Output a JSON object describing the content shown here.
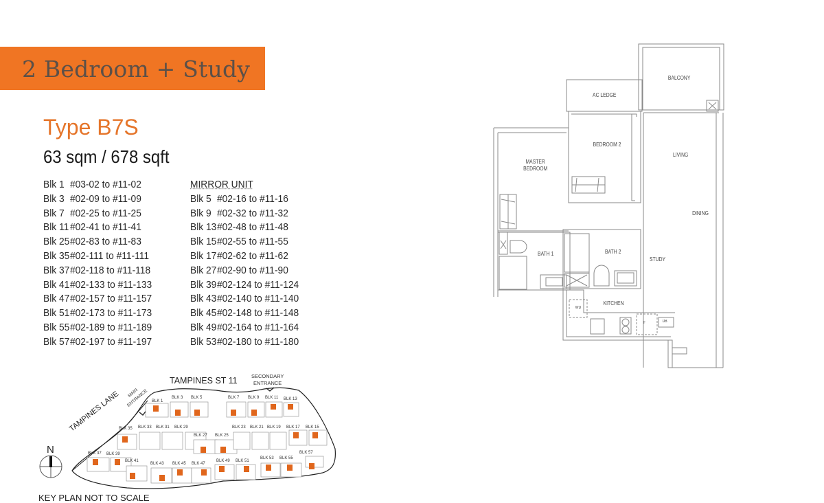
{
  "header": {
    "banner_title": "2 Bedroom + Study",
    "banner_color": "#f07523",
    "unit_type": "Type B7S",
    "unit_type_color": "#e5752a",
    "unit_size": "63 sqm / 678 sqft"
  },
  "units": {
    "standard": [
      {
        "blk": "Blk 1",
        "range": "#03-02 to #11-02"
      },
      {
        "blk": "Blk 3",
        "range": "#02-09 to #11-09"
      },
      {
        "blk": "Blk 7",
        "range": "#02-25 to #11-25"
      },
      {
        "blk": "Blk 11",
        "range": "#02-41 to #11-41"
      },
      {
        "blk": "Blk 25",
        "range": "#02-83 to #11-83"
      },
      {
        "blk": "Blk 35",
        "range": "#02-111 to #11-111"
      },
      {
        "blk": "Blk 37",
        "range": "#02-118 to #11-118"
      },
      {
        "blk": "Blk 41",
        "range": "#02-133 to #11-133"
      },
      {
        "blk": "Blk 47",
        "range": "#02-157 to #11-157"
      },
      {
        "blk": "Blk 51",
        "range": "#02-173 to #11-173"
      },
      {
        "blk": "Blk 55",
        "range": "#02-189 to #11-189"
      },
      {
        "blk": "Blk 57",
        "range": "#02-197 to #11-197"
      }
    ],
    "mirror_heading": "MIRROR UNIT",
    "mirror": [
      {
        "blk": "Blk 5",
        "range": "#02-16 to #11-16"
      },
      {
        "blk": "Blk 9",
        "range": "#02-32 to #11-32"
      },
      {
        "blk": "Blk 13",
        "range": "#02-48 to #11-48"
      },
      {
        "blk": "Blk 15",
        "range": "#02-55 to #11-55"
      },
      {
        "blk": "Blk 17",
        "range": "#02-62 to #11-62"
      },
      {
        "blk": "Blk 27",
        "range": "#02-90 to #11-90"
      },
      {
        "blk": "Blk 39",
        "range": "#02-124 to #11-124"
      },
      {
        "blk": "Blk 43",
        "range": "#02-140 to #11-140"
      },
      {
        "blk": "Blk 45",
        "range": "#02-148 to #11-148"
      },
      {
        "blk": "Blk 49",
        "range": "#02-164 to #11-164"
      },
      {
        "blk": "Blk 53",
        "range": "#02-180 to #11-180"
      }
    ]
  },
  "floor_plan": {
    "rooms": {
      "balcony": "BALCONY",
      "ac_ledge": "AC LEDGE",
      "bedroom2": "BEDROOM 2",
      "living": "LIVING",
      "master_line1": "MASTER",
      "master_line2": "BEDROOM",
      "dining": "DINING",
      "bath1": "BATH 1",
      "bath2": "BATH 2",
      "study": "STUDY",
      "kitchen": "KITCHEN",
      "wd": "WD",
      "fridge": "F",
      "db": "DB"
    }
  },
  "key_plan": {
    "road_top": "TAMPINES ST 11",
    "road_left": "TAMPINES LANE",
    "secondary_line1": "SECONDARY",
    "secondary_line2": "ENTRANCE",
    "main_line1": "MAIN",
    "main_line2": "ENTRANCE",
    "north": "N",
    "note": "KEY PLAN NOT TO SCALE",
    "highlight_color": "#e0661c",
    "blocks": {
      "b1": "BLK 1",
      "b3": "BLK 3",
      "b5": "BLK 5",
      "b7": "BLK 7",
      "b9": "BLK 9",
      "b11": "BLK 11",
      "b13": "BLK 13",
      "b35": "BLK 35",
      "b33": "BLK 33",
      "b31": "BLK 31",
      "b29": "BLK 29",
      "b27": "BLK 27",
      "b25": "BLK 25",
      "b23": "BLK 23",
      "b21": "BLK 21",
      "b19": "BLK 19",
      "b17": "BLK 17",
      "b15": "BLK 15",
      "b37": "BLK 37",
      "b39": "BLK 39",
      "b41": "BLK 41",
      "b43": "BLK 43",
      "b45": "BLK 45",
      "b47": "BLK 47",
      "b49": "BLK 49",
      "b51": "BLK 51",
      "b53": "BLK 53",
      "b55": "BLK 55",
      "b57": "BLK 57"
    }
  }
}
